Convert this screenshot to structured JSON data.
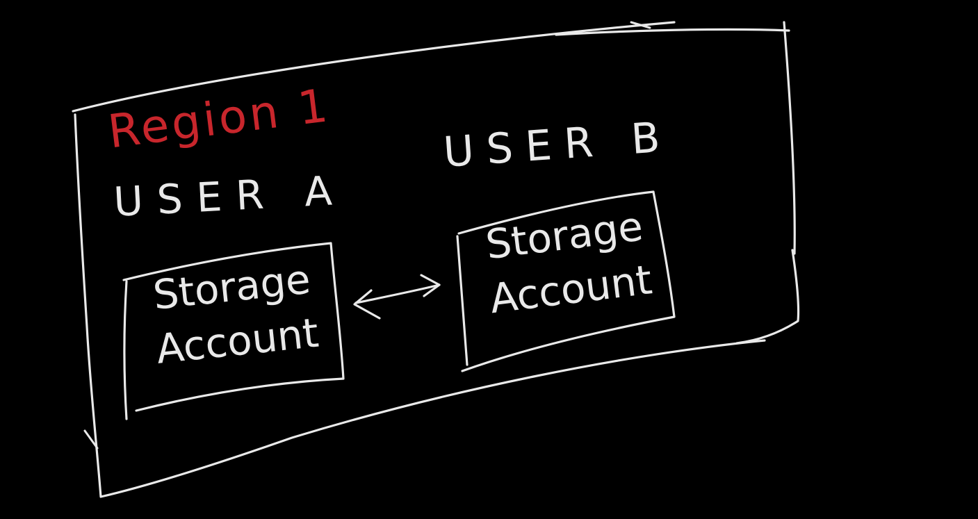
{
  "colors": {
    "background": "#000000",
    "chalk": "#e9e9e9",
    "region_label": "#c8262c"
  },
  "region": {
    "label": "Region 1"
  },
  "users": [
    {
      "label": "USER A",
      "storage": {
        "line1": "Storage",
        "line2": "Account"
      }
    },
    {
      "label": "USER B",
      "storage": {
        "line1": "Storage",
        "line2": "Account"
      }
    }
  ],
  "connection": {
    "type": "bidirectional-arrow"
  }
}
